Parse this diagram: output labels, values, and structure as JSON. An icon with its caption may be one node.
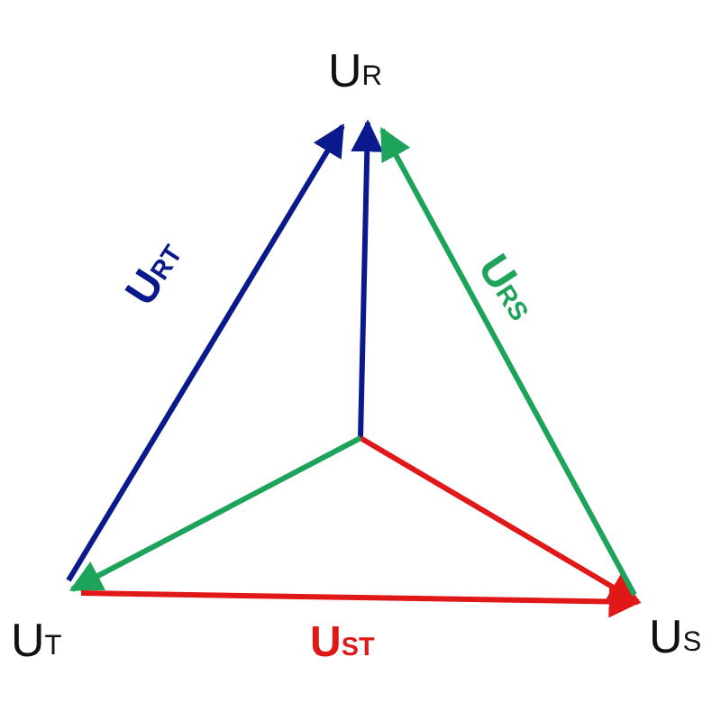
{
  "diagram": {
    "labels": [
      "U$_{R}$",
      "U$_{RT}$",
      "U$_{RS}$",
      "U$_{T}$",
      "U$_{ST}$",
      "U$_{S}$"
    ]
  }
}
